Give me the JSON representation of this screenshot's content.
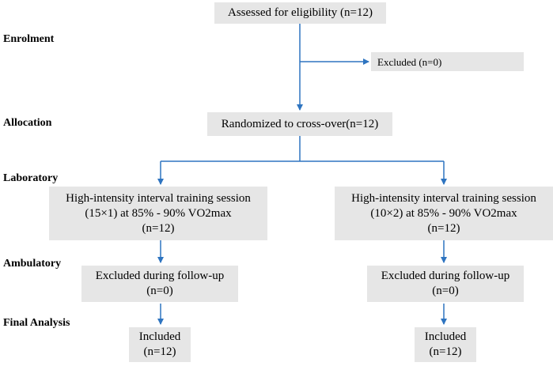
{
  "stages": {
    "enrolment": "Enrolment",
    "allocation": "Allocation",
    "laboratory": "Laboratory",
    "ambulatory": "Ambulatory",
    "final_analysis": "Final Analysis"
  },
  "boxes": {
    "assessed": "Assessed for eligibility (n=12)",
    "excluded": "Excluded (n=0)",
    "randomized": "Randomized to cross-over(n=12)",
    "left_session": {
      "line1": "High-intensity interval training session",
      "line2": "(15×1) at 85% - 90% VO2max",
      "line3": "(n=12)"
    },
    "right_session": {
      "line1": "High-intensity interval training session",
      "line2": "(10×2) at 85% - 90% VO2max",
      "line3": "(n=12)"
    },
    "left_followup": {
      "line1": "Excluded during follow-up",
      "line2": "(n=0)"
    },
    "right_followup": {
      "line1": "Excluded during follow-up",
      "line2": "(n=0)"
    },
    "left_included": {
      "line1": "Included",
      "line2": "(n=12)"
    },
    "right_included": {
      "line1": "Included",
      "line2": "(n=12)"
    }
  },
  "colors": {
    "box_fill": "#e6e6e6",
    "arrow": "#2e74c0"
  }
}
